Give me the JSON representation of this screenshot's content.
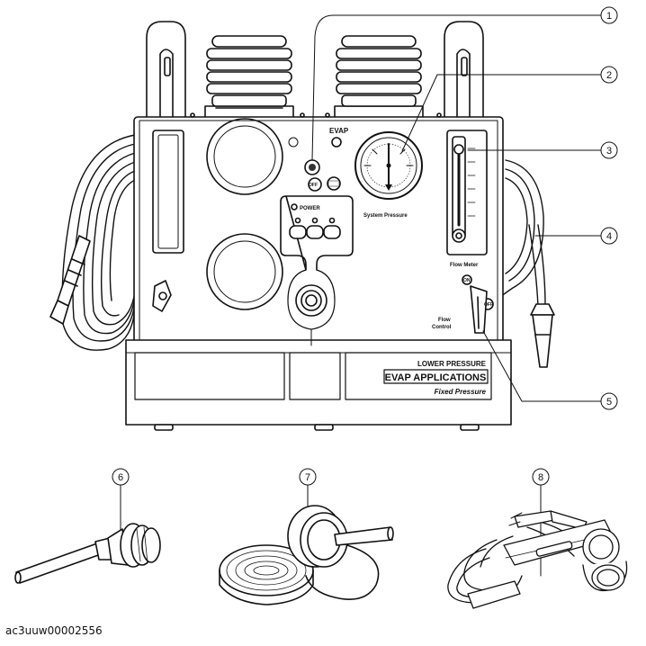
{
  "callouts": [
    "1",
    "2",
    "3",
    "4",
    "5",
    "6",
    "7",
    "8"
  ],
  "panel": {
    "evap_label": "EVAP",
    "off_label": "OFF",
    "power_label": "POWER",
    "system_pressure_label": "System Pressure",
    "flow_meter_label": "Flow Meter",
    "flow_control_line1": "Flow",
    "flow_control_line2": "Control",
    "valve_on_label": "ON",
    "valve_off_label": "OFF"
  },
  "base_panel": {
    "lower_pressure": "LOWER PRESSURE",
    "evap_applications": "EVAP APPLICATIONS",
    "fixed_pressure": "Fixed Pressure"
  },
  "accessories": [
    "adapter",
    "cap-adapter",
    "power-cable-with-clips"
  ],
  "figure_code": "ac3uuw00002556"
}
